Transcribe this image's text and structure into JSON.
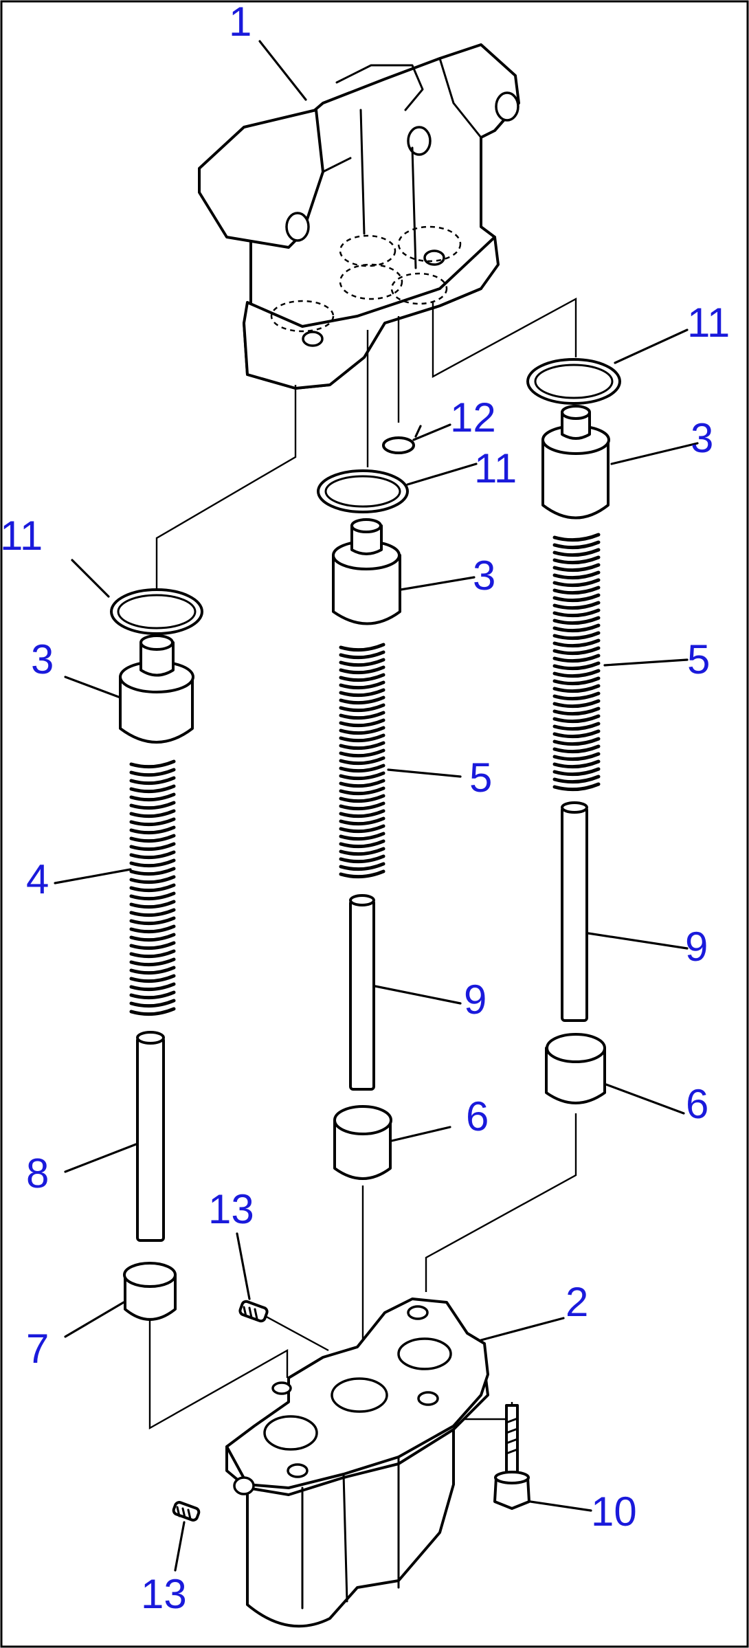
{
  "callouts": {
    "c1": "1",
    "c2": "2",
    "c3a": "3",
    "c3b": "3",
    "c3c": "3",
    "c4": "4",
    "c5a": "5",
    "c5b": "5",
    "c6a": "6",
    "c6b": "6",
    "c7": "7",
    "c8": "8",
    "c9a": "9",
    "c9b": "9",
    "c10": "10",
    "c11a": "11",
    "c11b": "11",
    "c11c": "11",
    "c12": "12",
    "c13a": "13",
    "c13b": "13"
  },
  "colors": {
    "callout_text": "#1a1adb",
    "line_art": "#000000",
    "background": "#ffffff"
  }
}
